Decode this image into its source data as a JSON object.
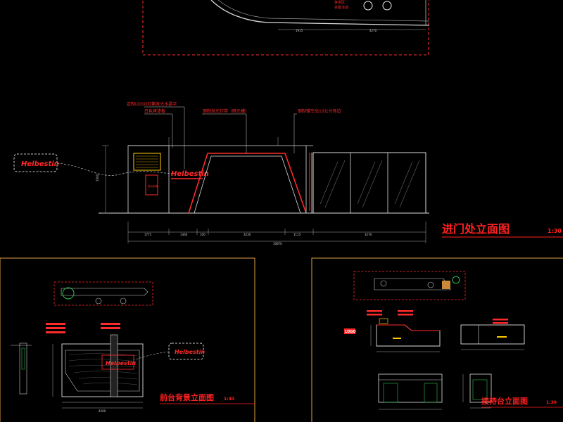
{
  "top_plan": {
    "labels": [
      "休闲区",
      "会客洽谈"
    ],
    "dims": [
      "1915",
      "4270"
    ]
  },
  "entrance_elevation": {
    "title": "进门处立面图",
    "scale": "1:30",
    "callouts": [
      "定制LOGO灯箱发光水晶字",
      "白色烤漆板",
      "钢制发光灯带（暗光槽）",
      "钢制镂空出10公分饰边"
    ],
    "logo_text": "Helbestin",
    "panel_text": "前台形象",
    "dims_bottom": [
      "1775",
      "1360",
      "100",
      "3230",
      "1115",
      "3270"
    ],
    "dim_total": "10870",
    "dim_height": "3500"
  },
  "front_desk_bg": {
    "title": "前台背景立面图",
    "scale": "1:30",
    "logo_text": "Helbestin",
    "dim_total": "4200"
  },
  "reception": {
    "title": "接待台立面图",
    "scale": "1:30",
    "tag": "LOGO"
  }
}
